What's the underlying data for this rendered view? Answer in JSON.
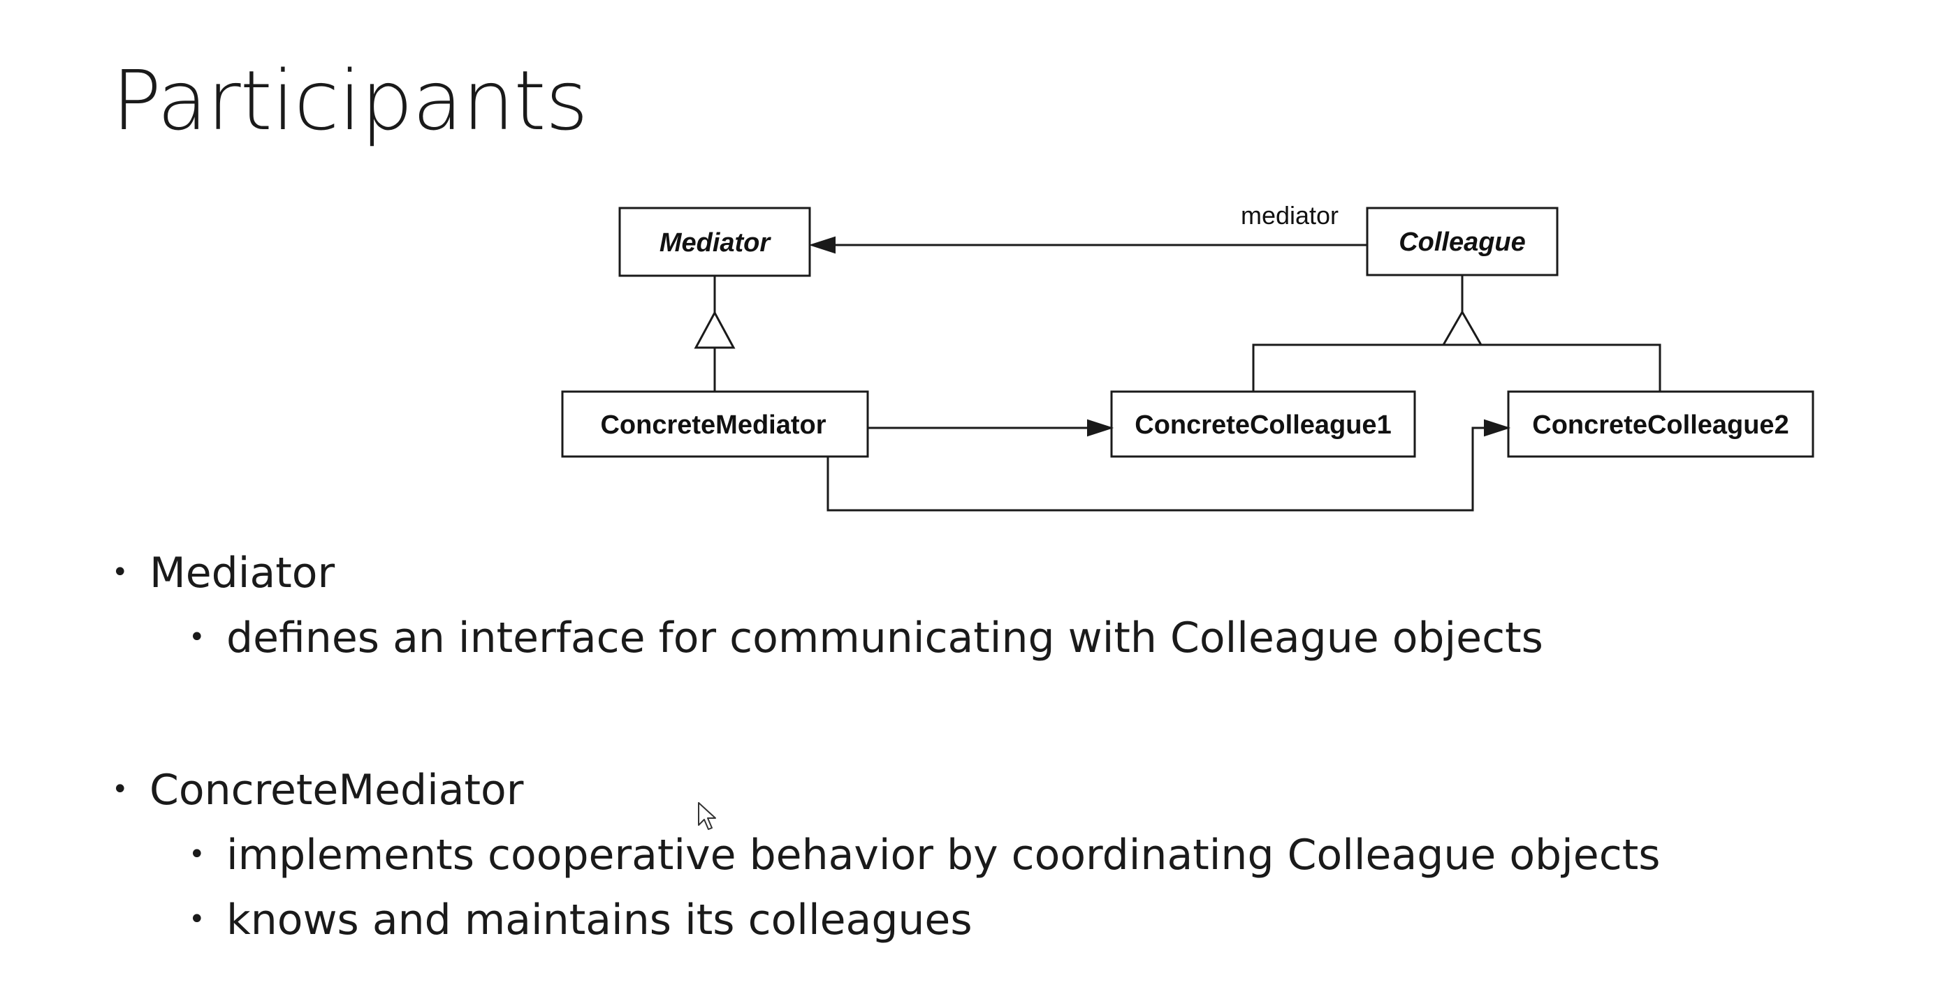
{
  "slide": {
    "title": "Participants"
  },
  "diagram": {
    "classes": {
      "mediator": "Mediator",
      "colleague": "Colleague",
      "concrete_mediator": "ConcreteMediator",
      "concrete_colleague1": "ConcreteColleague1",
      "concrete_colleague2": "ConcreteColleague2"
    },
    "association_role": "mediator"
  },
  "bullets": [
    {
      "text": "Mediator",
      "children": [
        "defines an interface for communicating with Colleague objects"
      ]
    },
    {
      "text": "ConcreteMediator",
      "children": [
        "implements cooperative behavior by coordinating Colleague objects",
        "knows and maintains its colleagues"
      ]
    }
  ],
  "icons": {
    "cursor": "mouse-pointer-icon"
  }
}
